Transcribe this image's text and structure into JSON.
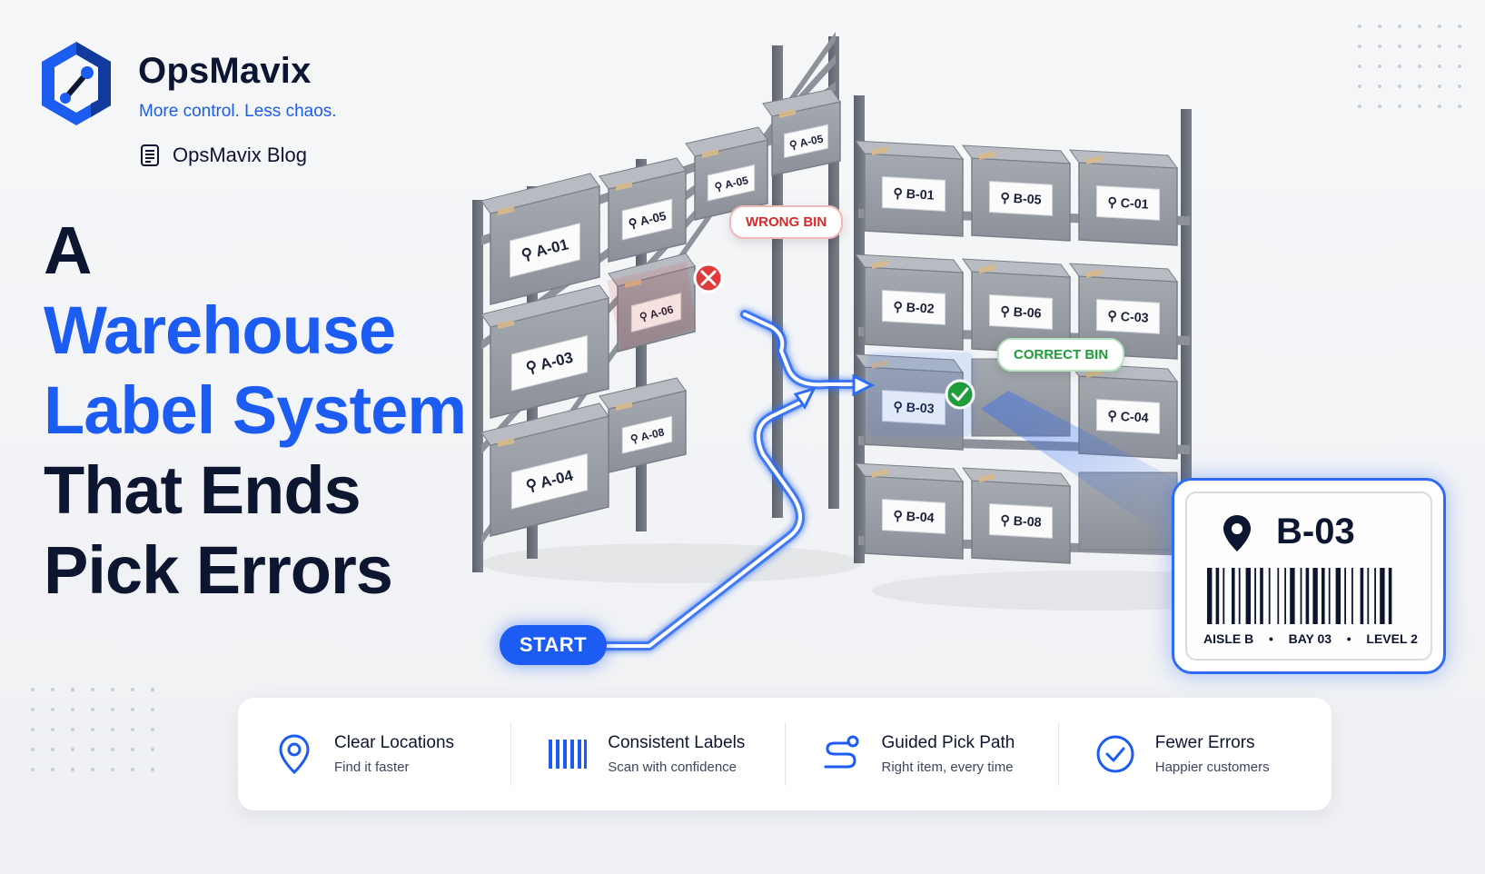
{
  "brand": {
    "name": "OpsMavix",
    "tagline": "More control. Less chaos.",
    "blog_link": "OpsMavix Blog"
  },
  "headline": {
    "line1": "A",
    "line2": "Warehouse",
    "line3": "Label System",
    "line4": "That Ends",
    "line5": "Pick Errors"
  },
  "scene": {
    "shelf_a_bins": [
      "A-01",
      "A-05",
      "A-05",
      "A-05",
      "A-06",
      "A-03",
      "A-08",
      "A-04"
    ],
    "shelf_b_bins": [
      "B-01",
      "B-05",
      "C-01",
      "B-02",
      "B-06",
      "C-03",
      "B-03",
      "C-04",
      "B-04",
      "B-08"
    ],
    "wrong_bin_label": "WRONG BIN",
    "correct_bin_label": "CORRECT BIN",
    "start_label": "START"
  },
  "label_card": {
    "code": "B-03",
    "aisle": "AISLE B",
    "bay": "BAY 03",
    "level": "LEVEL 2",
    "separator": "•"
  },
  "features": [
    {
      "title": "Clear Locations",
      "subtitle": "Find it faster",
      "icon": "map-pin-icon"
    },
    {
      "title": "Consistent Labels",
      "subtitle": "Scan with confidence",
      "icon": "barcode-icon"
    },
    {
      "title": "Guided Pick Path",
      "subtitle": "Right item, every time",
      "icon": "route-icon"
    },
    {
      "title": "Fewer Errors",
      "subtitle": "Happier customers",
      "icon": "check-circle-icon"
    }
  ],
  "colors": {
    "brand_blue": "#1d5cf2",
    "navy": "#0d1630",
    "error_red": "#d42a2a",
    "success_green": "#1f9d3a"
  }
}
